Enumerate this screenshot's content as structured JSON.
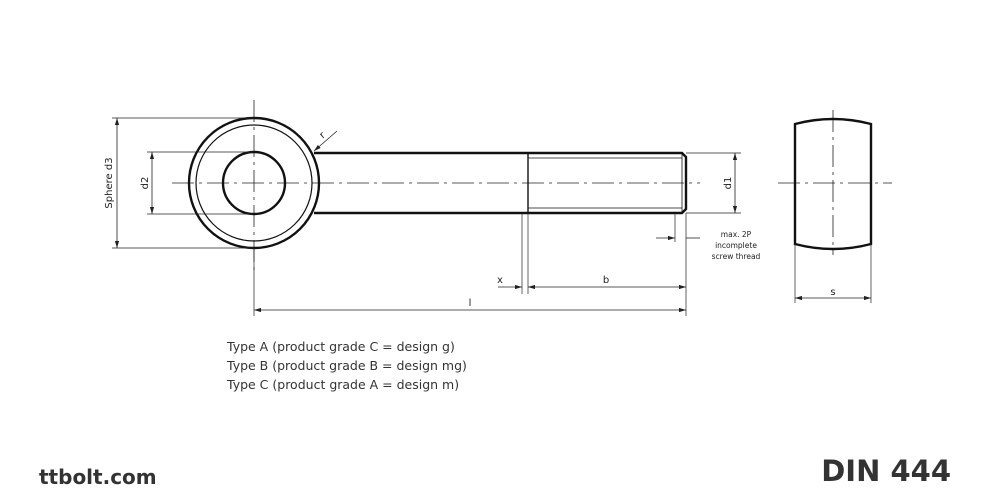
{
  "drawing": {
    "labels": {
      "sphere_d3": "Sphere d3",
      "d2": "d2",
      "d1": "d1",
      "r": "r",
      "x": "x",
      "b": "b",
      "l": "l",
      "s": "s"
    },
    "thread_note": [
      "max. 2P",
      "incomplete",
      "screw thread"
    ]
  },
  "types": [
    "Type A (product grade C = design g)",
    "Type B (product grade B = design mg)",
    "Type C (product grade A = design m)"
  ],
  "footer": {
    "site": "ttbolt.com",
    "standard": "DIN 444"
  }
}
